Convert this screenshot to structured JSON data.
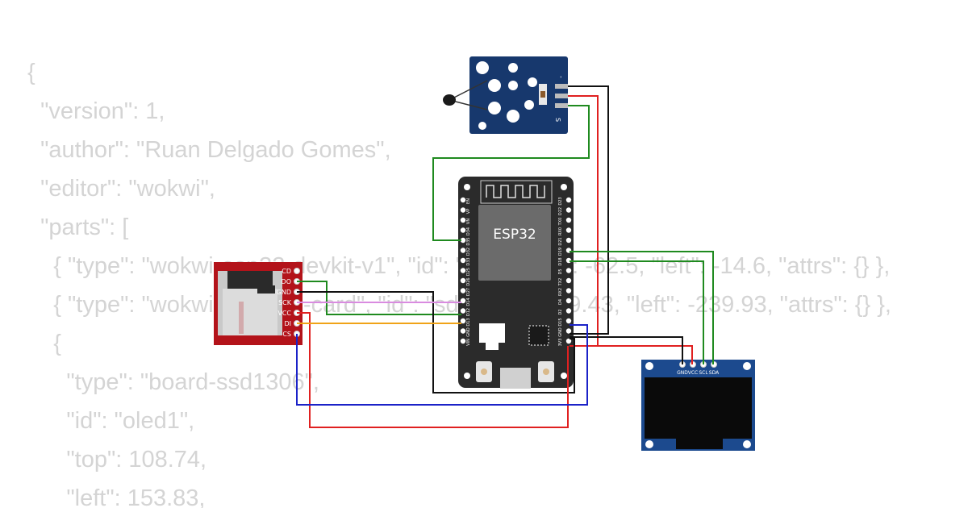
{
  "code_lines": [
    "{",
    "  \"version\": 1,",
    "  \"author\": \"Ruan Delgado Gomes\",",
    "  \"editor\": \"wokwi\",",
    "  \"parts\": [",
    "    { \"type\": \"wokwi-esp32-devkit-v1\", \"id\": \"esp\", \"top\": -62.5, \"left\": -14.6, \"attrs\": {} },",
    "    { \"type\": \"wokwi-microsd-card\", \"id\": \"sd1\", \"top\": 19.43, \"left\": -239.93, \"attrs\": {} },",
    "    {",
    "      \"type\": \"board-ssd1306\",",
    "      \"id\": \"oled1\",",
    "      \"top\": 108.74,",
    "      \"left\": 153.83,"
  ],
  "esp32": {
    "chip_label": "ESP32",
    "left_pins": [
      "EN",
      "VP",
      "VN",
      "D34",
      "D35",
      "D32",
      "D33",
      "D25",
      "D26",
      "D27",
      "D14",
      "D12",
      "D13",
      "GND",
      "VIN"
    ],
    "right_pins": [
      "D23",
      "D22",
      "TX0",
      "RX0",
      "D21",
      "D19",
      "D18",
      "D5",
      "TX2",
      "RX2",
      "D4",
      "D2",
      "D15",
      "GND",
      "3V3"
    ]
  },
  "sd_card": {
    "pins": [
      "CD",
      "DO",
      "GND",
      "SCK",
      "VCC",
      "DI",
      "CS"
    ]
  },
  "oled": {
    "pins": [
      "GND",
      "VCC",
      "SCL",
      "SDA"
    ]
  },
  "sensor": {
    "pins": [
      "-",
      "S"
    ]
  },
  "colors": {
    "esp_board": "#2b2b2b",
    "esp_chip": "#6b6b6b",
    "sd_board": "#b3131a",
    "sensor_board": "#17386d",
    "oled_board": "#1c4a8e",
    "wire_green": "#1f8a1f",
    "wire_red": "#e02020",
    "wire_black": "#111111",
    "wire_blue": "#1b22c8",
    "wire_orange": "#f0a318",
    "wire_pink": "#d98be0"
  }
}
